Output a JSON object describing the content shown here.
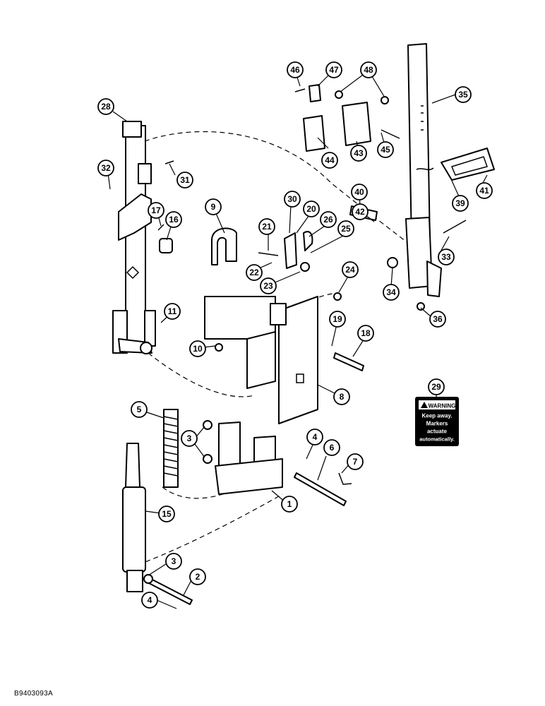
{
  "drawing_code": "B9403093A",
  "callouts": [
    "1",
    "2",
    "3",
    "3",
    "4",
    "4",
    "5",
    "6",
    "7",
    "8",
    "9",
    "10",
    "11",
    "15",
    "16",
    "17",
    "18",
    "19",
    "20",
    "21",
    "22",
    "23",
    "24",
    "25",
    "26",
    "28",
    "29",
    "30",
    "31",
    "32",
    "33",
    "34",
    "35",
    "36",
    "39",
    "40",
    "41",
    "42",
    "43",
    "44",
    "45",
    "46",
    "47",
    "48"
  ],
  "warning_decal": {
    "header": "WARNING",
    "lines": [
      "Keep away.",
      "Markers",
      "actuate",
      "automatically."
    ],
    "colors": {
      "background": "#000000",
      "text": "#ffffff"
    }
  }
}
